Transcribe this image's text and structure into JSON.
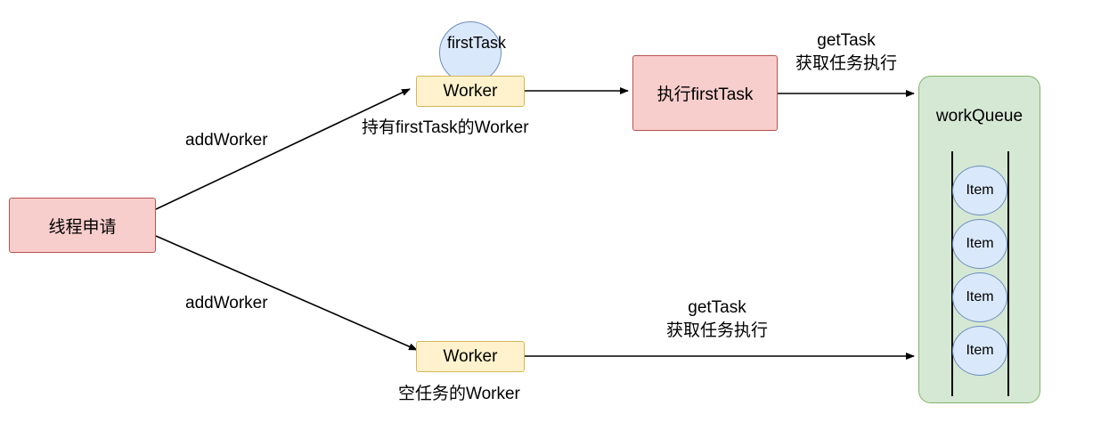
{
  "diagram": {
    "title_free_labels": {
      "add_worker_top": "addWorker",
      "add_worker_bottom": "addWorker",
      "worker_with_first_task": "持有firstTask的Worker",
      "worker_empty_task": "空任务的Worker",
      "get_task_top_line1": "getTask",
      "get_task_top_line2": "获取任务执行",
      "get_task_bottom_line1": "getTask",
      "get_task_bottom_line2": "获取任务执行",
      "first_task": "firstTask"
    },
    "nodes": {
      "thread_request": "线程申请",
      "worker_top": "Worker",
      "worker_bottom": "Worker",
      "exec_first_task": "执行firstTask",
      "work_queue": "workQueue",
      "queue_items": [
        "Item",
        "Item",
        "Item",
        "Item"
      ]
    },
    "colors": {
      "red_fill": "#f8cecc",
      "red_stroke": "#b85450",
      "yellow_fill": "#fff2cc",
      "yellow_stroke": "#d6b656",
      "green_fill": "#d5e8d4",
      "green_stroke": "#82b366",
      "blue_fill": "#dae8fc",
      "blue_stroke": "#6c8ebf",
      "edge": "#000000"
    }
  }
}
